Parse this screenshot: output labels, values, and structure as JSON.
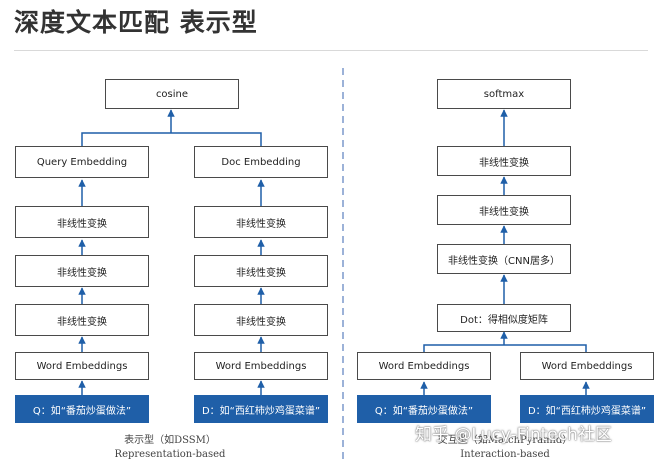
{
  "title": "深度文本匹配 表示型",
  "left": {
    "top": "cosine",
    "query_embedding": "Query Embedding",
    "doc_embedding": "Doc Embedding",
    "nonlinear": "非线性变换",
    "word_embeddings": "Word Embeddings",
    "query_input": "Q：如“番茄炒蛋做法”",
    "doc_input": "D：如“西红柿炒鸡蛋菜谱”",
    "caption_line1": "表示型（如DSSM）",
    "caption_line2": "Representation-based"
  },
  "right": {
    "top": "softmax",
    "nonlinear": "非线性变换",
    "nonlinear_cnn": "非线性变换（CNN居多）",
    "dot": "Dot：得相似度矩阵",
    "word_embeddings": "Word Embeddings",
    "query_input": "Q：如“番茄炒蛋做法”",
    "doc_input": "D：如“西红柿炒鸡蛋菜谱”",
    "caption_line1": "交互型（如MatchPyramid）",
    "caption_line2": "Interaction-based"
  },
  "watermark": "知乎 @Lucy-Fintech社区",
  "colors": {
    "input_fill": "#1f5fa8",
    "arrow": "#1f5fa8",
    "divider": "#5b7fbf",
    "box_border": "#4a4a4a"
  }
}
